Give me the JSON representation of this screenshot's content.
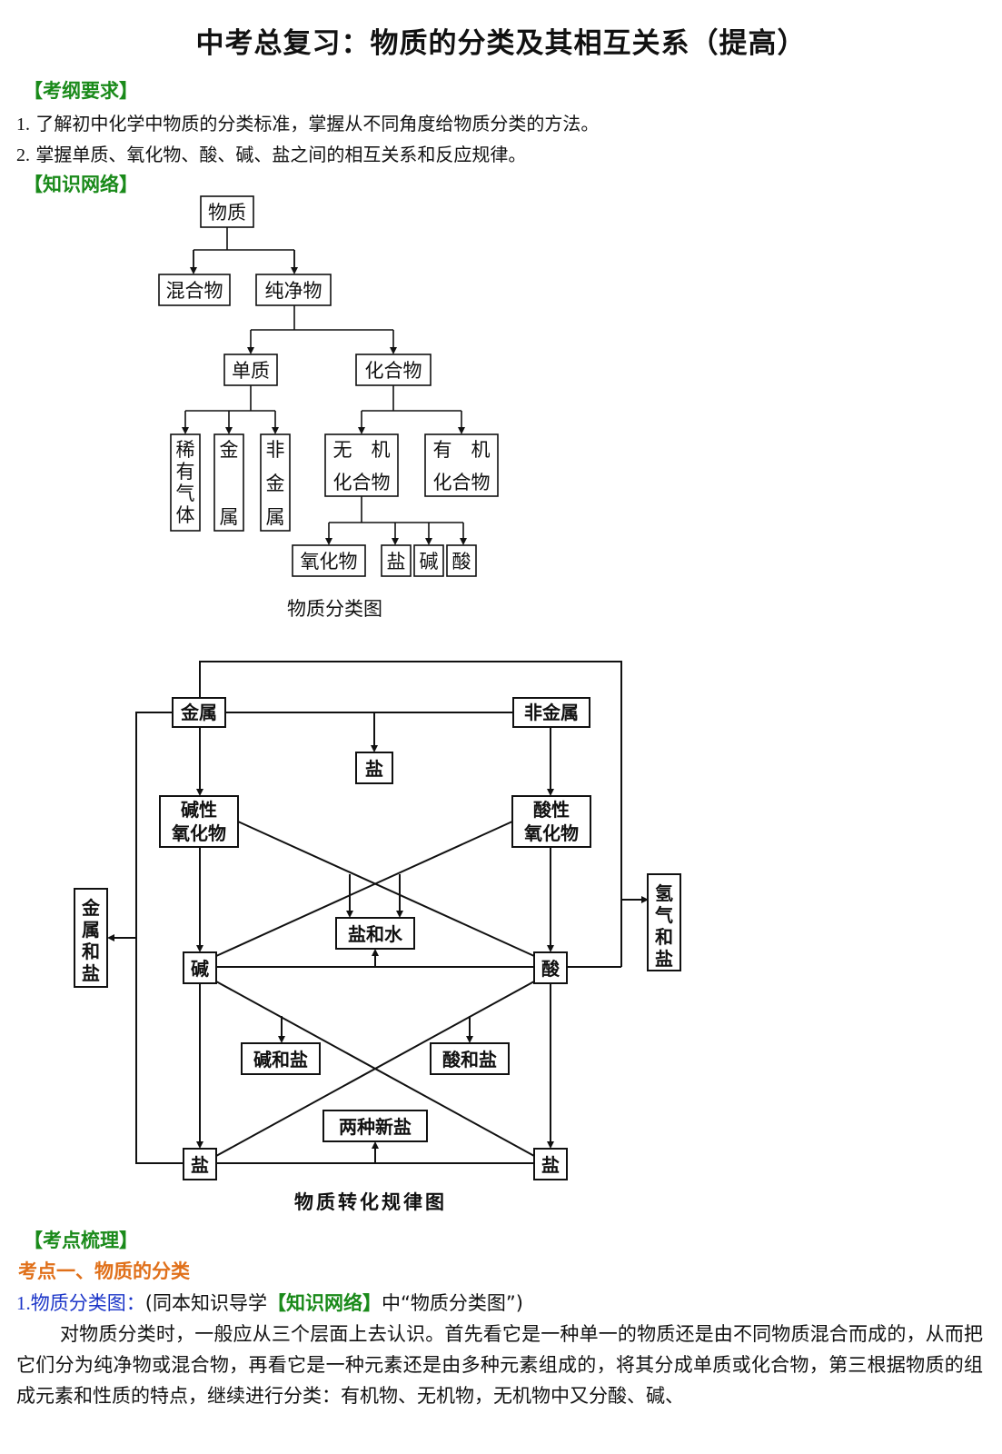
{
  "title": "中考总复习：物质的分类及其相互关系（提高）",
  "sections": {
    "syllabus": "【考纲要求】",
    "network": "【知识网络】",
    "points": "【考点梳理】"
  },
  "syllabus_items": [
    {
      "num": "1.",
      "text": "了解初中化学中物质的分类标准，掌握从不同角度给物质分类的方法。"
    },
    {
      "num": "2.",
      "text": "掌握单质、氧化物、酸、碱、盐之间的相互关系和反应规律。"
    }
  ],
  "tree": {
    "root": "物质",
    "mixture": "混合物",
    "pure": "纯净物",
    "element": "单质",
    "compound": "化合物",
    "noble_gas": "稀有气体",
    "metal": "金属",
    "nonmetal": "非金属",
    "inorganic": [
      "无　机",
      "化合物"
    ],
    "organic": [
      "有　机",
      "化合物"
    ],
    "oxide": "氧化物",
    "salt": "盐",
    "base": "碱",
    "acid": "酸",
    "caption": "物质分类图"
  },
  "relation": {
    "metal": "金属",
    "nonmetal": "非金属",
    "salt_top": "盐",
    "basic_oxide": [
      "碱性",
      "氧化物"
    ],
    "acidic_oxide": [
      "酸性",
      "氧化物"
    ],
    "salt_water": "盐和水",
    "base": "碱",
    "acid": "酸",
    "metal_salt": "金属和盐",
    "h2_salt": "氢气和盐",
    "base_salt": "碱和盐",
    "acid_salt": "酸和盐",
    "two_salts": "两种新盐",
    "salt_bl": "盐",
    "salt_br": "盐",
    "caption": "物质转化规律图"
  },
  "point1": {
    "heading": "考点一、物质的分类",
    "sub_num": "1.",
    "sub_title": "物质分类图：",
    "sub_pre": "(同本知识导学",
    "sub_tag": "【知识网络】",
    "sub_post": "中“物质分类图”)",
    "paragraph": "对物质分类时，一般应从三个层面上去认识。首先看它是一种单一的物质还是由不同物质混合而成的，从而把它们分为纯净物或混合物，再看它是一种元素还是由多种元素组成的，将其分成单质或化合物，第三根据物质的组成元素和性质的特点，继续进行分类：有机物、无机物，无机物中又分酸、碱、"
  }
}
